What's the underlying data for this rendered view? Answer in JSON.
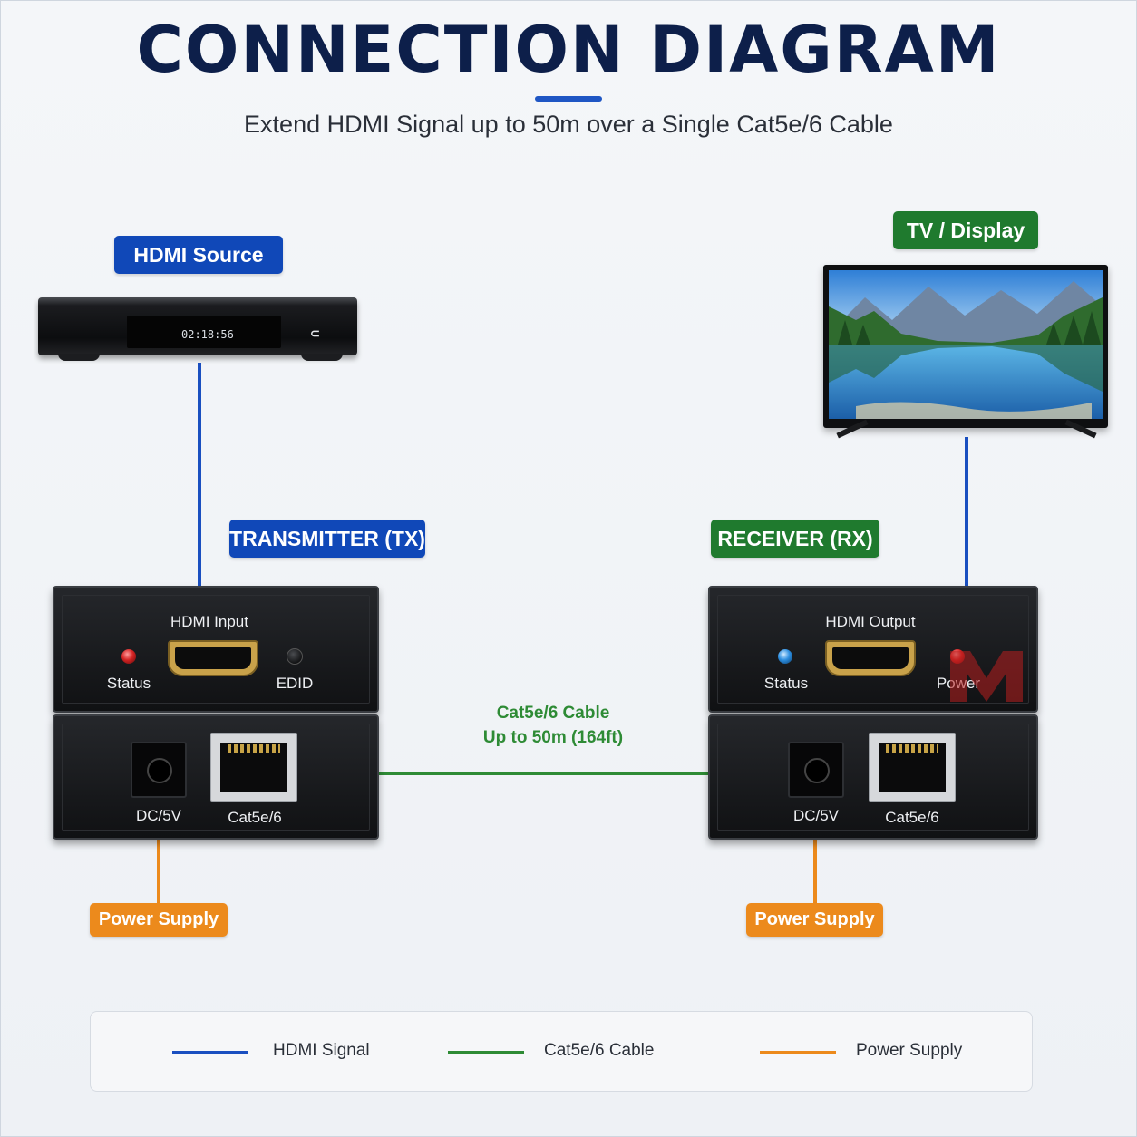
{
  "header": {
    "title": "CONNECTION DIAGRAM",
    "subtitle": "Extend HDMI Signal up to 50m over a Single Cat5e/6 Cable"
  },
  "labels": {
    "source": "HDMI Source",
    "display": "TV / Display",
    "transmitter": "TRANSMITTER (TX)",
    "receiver": "RECEIVER (RX)",
    "tx_power": "Power Supply",
    "rx_power": "Power Supply"
  },
  "player": {
    "time": "02:18:56",
    "logo": "⊂"
  },
  "cable": {
    "line1": "Cat5e/6 Cable",
    "line2": "Up to 50m (164ft)"
  },
  "tx": {
    "port_label": "HDMI Input",
    "led_left": "Status",
    "led_right": "EDID",
    "dc_label": "DC/5V",
    "rj_label": "Cat5e/6"
  },
  "rx": {
    "port_label": "HDMI Output",
    "led_left": "Status",
    "led_right": "Power",
    "dc_label": "DC/5V",
    "rj_label": "Cat5e/6"
  },
  "legend": [
    {
      "label": "HDMI Signal",
      "color": "#1a4fc0"
    },
    {
      "label": "Cat5e/6 Cable",
      "color": "#2e8b35"
    },
    {
      "label": "Power Supply",
      "color": "#ec8a1c"
    }
  ],
  "colors": {
    "hdmi": "#1a4fc0",
    "cable": "#2e8b35",
    "power": "#ec8a1c",
    "title": "#0d1f4a"
  }
}
